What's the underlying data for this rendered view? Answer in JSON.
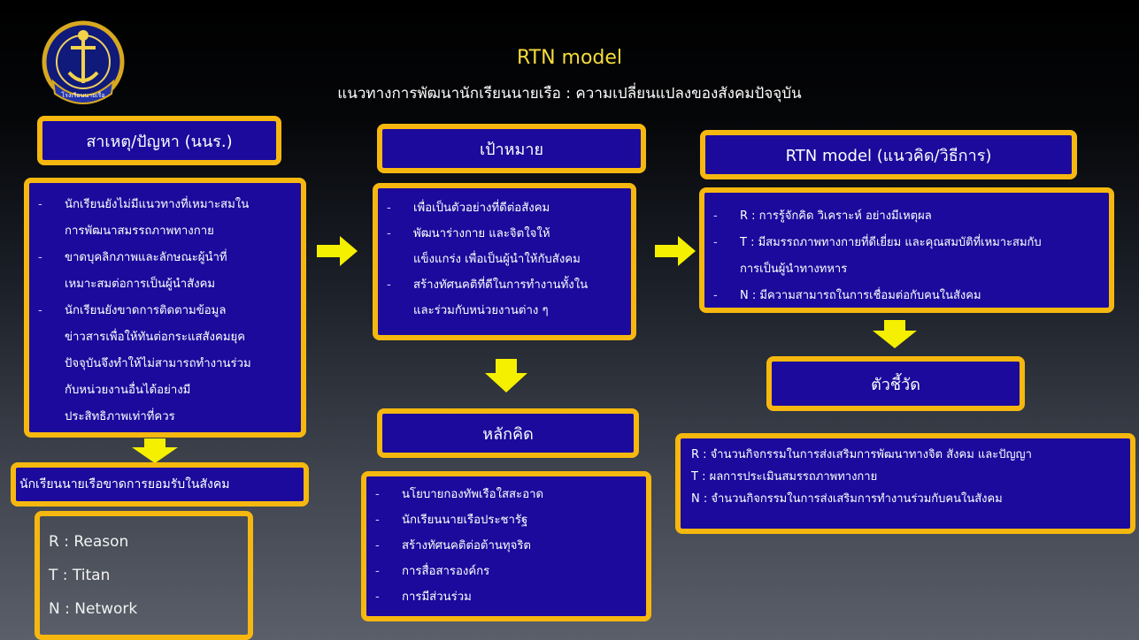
{
  "header": {
    "title": "RTN model",
    "subtitle": "แนวทางการพัฒนานักเรียนนายเรือ : ความเปลี่ยนแปลงของสังคมปัจจุบัน",
    "logo_text": "โรงเรียนนายเรือ"
  },
  "causes": {
    "heading": "สาเหตุ/ปัญหา (นนร.)",
    "items": [
      {
        "dash": "-",
        "lines": [
          "นักเรียนยังไม่มีแนวทางที่เหมาะสมใน",
          "การพัฒนาสมรรถภาพทางกาย"
        ]
      },
      {
        "dash": "-",
        "lines": [
          "ขาดบุคลิกภาพและลักษณะผู้นำที่",
          "เหมาะสมต่อการเป็นผู้นำสังคม"
        ]
      },
      {
        "dash": "-",
        "lines": [
          "นักเรียนยังขาดการติดตามข้อมูล",
          "ข่าวสารเพื่อให้ทันต่อกระแสสังคมยุค",
          "ปัจจุบันจึงทำให้ไม่สามารถทำงานร่วม",
          "กับหน่วยงานอื่นได้อย่างมี",
          "ประสิทธิภาพเท่าที่ควร"
        ]
      }
    ],
    "result": "นักเรียนนายเรือขาดการยอมรับในสังคม",
    "letters": [
      "R : Reason",
      "T : Titan",
      "N : Network"
    ]
  },
  "goals": {
    "heading": "เป้าหมาย",
    "items": [
      {
        "dash": "-",
        "lines": [
          "เพื่อเป็นตัวอย่างที่ดีต่อสังคม"
        ]
      },
      {
        "dash": "-",
        "lines": [
          "พัฒนาร่างกาย และจิตใจให้",
          "แข็งแกร่ง เพื่อเป็นผู้นำให้กับสังคม"
        ]
      },
      {
        "dash": "-",
        "lines": [
          "สร้างทัศนคติที่ดีในการทำงานทั้งใน",
          "และร่วมกับหน่วยงานต่าง ๆ"
        ]
      }
    ]
  },
  "principles": {
    "heading": "หลักคิด",
    "items": [
      {
        "dash": "-",
        "lines": [
          "นโยบายกองทัพเรือใสสะอาด"
        ]
      },
      {
        "dash": "-",
        "lines": [
          "นักเรียนนายเรือประชารัฐ"
        ]
      },
      {
        "dash": "-",
        "lines": [
          "สร้างทัศนคติต่อต้านทุจริต"
        ]
      },
      {
        "dash": "-",
        "lines": [
          "การสื่อสารองค์กร"
        ]
      },
      {
        "dash": "-",
        "lines": [
          "การมีส่วนร่วม"
        ]
      }
    ]
  },
  "model": {
    "heading": "RTN model  (แนวคิด/วิธีการ)",
    "items": [
      {
        "dash": "-",
        "lines": [
          "R : การรู้จักคิด วิเคราะห์ อย่างมีเหตุผล"
        ]
      },
      {
        "dash": "-",
        "lines": [
          "T : มีสมรรถภาพทางกายที่ดีเยี่ยม และคุณสมบัติที่เหมาะสมกับ",
          "การเป็นผู้นำทางทหาร"
        ]
      },
      {
        "dash": "-",
        "lines": [
          "N : มีความสามารถในการเชื่อมต่อกับคนในสังคม"
        ]
      }
    ]
  },
  "indicators": {
    "heading": "ตัวชี้วัด",
    "items": [
      "R : จำนวนกิจกรรมในการส่งเสริมการพัฒนาทางจิต สังคม และปัญญา",
      "T : ผลการประเมินสมรรถภาพทางกาย",
      "N : จำนวนกิจกรรมในการส่งเสริมการทำงานร่วมกับคนในสังคม"
    ]
  },
  "colors": {
    "box_fill": "#1b0a9c",
    "box_border": "#f6b80f",
    "arrow": "#f5f000",
    "title": "#f6dc3b"
  }
}
